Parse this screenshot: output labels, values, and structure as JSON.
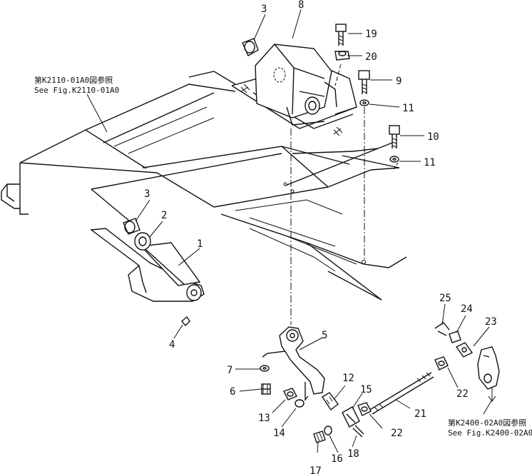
{
  "references": {
    "left": {
      "line1": "第K2110-01A0図参照",
      "line2": "See Fig.K2110-01A0"
    },
    "right": {
      "line1": "第K2400-02A0図参照",
      "line2": "See Fig.K2400-02A0"
    }
  },
  "callouts": {
    "c1": "1",
    "c2": "2",
    "c3a": "3",
    "c3b": "3",
    "c4": "4",
    "c5": "5",
    "c6": "6",
    "c7": "7",
    "c8": "8",
    "c9": "9",
    "c10": "10",
    "c11a": "11",
    "c11b": "11",
    "c12": "12",
    "c13": "13",
    "c14": "14",
    "c15": "15",
    "c16": "16",
    "c17": "17",
    "c18": "18",
    "c19": "19",
    "c20": "20",
    "c21": "21",
    "c22a": "22",
    "c22b": "22",
    "c23": "23",
    "c24": "24",
    "c25": "25"
  }
}
